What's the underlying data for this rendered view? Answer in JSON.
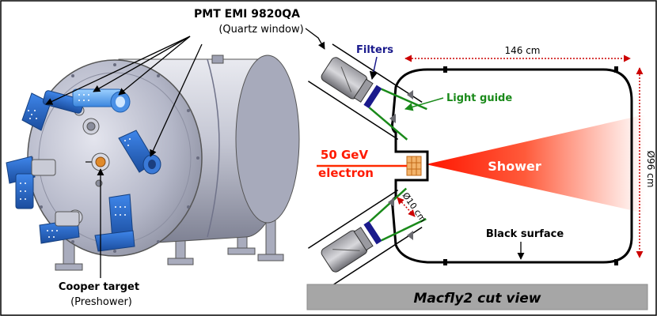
{
  "left_view": {
    "pmt_label": "PMT EMI 9820QA",
    "pmt_sublabel": "(Quartz window)",
    "target_label": "Cooper target",
    "target_sublabel": "(Preshower)"
  },
  "cut_view": {
    "filters_label": "Filters",
    "light_guide_label": "Light guide",
    "beam_energy": "50 GeV",
    "beam_particle": "electron",
    "shower_label": "Shower",
    "length_label": "146 cm",
    "diameter_label": "Ø96 cm",
    "port_label": "Ø10 cm",
    "surface_label": "Black surface",
    "caption": "Macfly2 cut view"
  },
  "colors": {
    "vessel": "#b9bccb",
    "pmt_blue": "#2f6fd0",
    "shower": "#ff1a00",
    "dimension": "#cc0000",
    "filters": "#1a1a8c",
    "light_guide": "#1a8a1a",
    "caption_bg": "#a6a6a6"
  }
}
